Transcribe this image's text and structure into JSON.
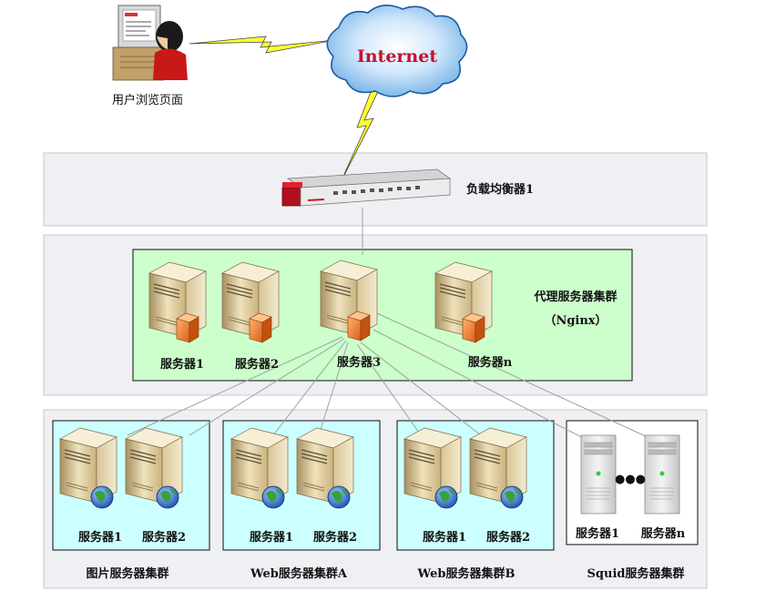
{
  "user": {
    "label": "用户浏览页面"
  },
  "internet": {
    "label": "Internet"
  },
  "load_balancer": {
    "label": "负载均衡器1"
  },
  "proxy_cluster": {
    "title": "代理服务器集群",
    "subtitle": "（Nginx）",
    "servers": [
      "服务器1",
      "服务器2",
      "服务器3",
      "服务器n"
    ]
  },
  "clusters": [
    {
      "name": "图片服务器集群",
      "servers": [
        "服务器1",
        "服务器2"
      ]
    },
    {
      "name": "Web服务器集群A",
      "servers": [
        "服务器1",
        "服务器2"
      ]
    },
    {
      "name": "Web服务器集群B",
      "servers": [
        "服务器1",
        "服务器2"
      ]
    },
    {
      "name": "Squid服务器集群",
      "servers": [
        "服务器1",
        "服务器n"
      ],
      "ellipsis": "●●●"
    }
  ],
  "colors": {
    "tier_bg": "#eef0f4",
    "proxy_bg": "#ccffcc",
    "cluster_bg": "#ccffff",
    "internet_text": "#c8102e",
    "lightning": "#ffff33"
  }
}
